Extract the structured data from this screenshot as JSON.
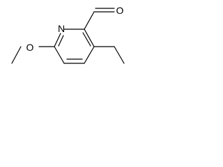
{
  "molecule": {
    "atoms": {
      "nitrogen": "N",
      "carbonyl_oxygen": "O",
      "ether_oxygen": "O"
    }
  }
}
